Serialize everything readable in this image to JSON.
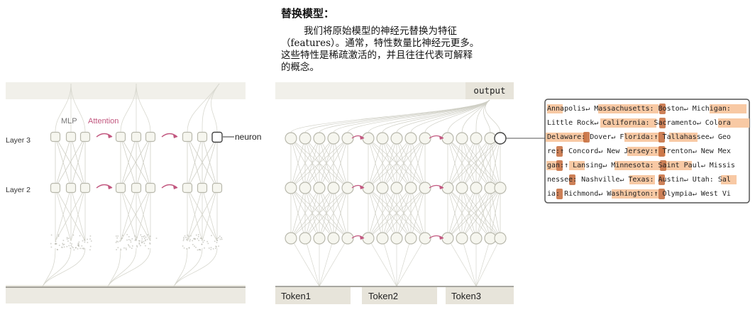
{
  "text": {
    "heading": "替换模型：",
    "paragraph_lines": [
      "我们将原始模型的神经元替换为特征",
      "（features）。通常，特性数量比神经元更多。",
      "这些特性是稀疏激活的，并且往往代表可解释",
      "的概念。"
    ]
  },
  "left_diagram": {
    "mlp_label": "MLP",
    "attention_label": "Attention",
    "layer3_label": "Layer 3",
    "layer2_label": "Layer 2",
    "neuron_label": "neuron"
  },
  "right_diagram": {
    "output_label": "output",
    "tokens": [
      "Token1",
      "Token2",
      "Token3"
    ]
  },
  "feature_panel": {
    "rows": [
      "Annapolis↵ Massachusetts: Boston↵ Michigan:",
      "Little Rock↵ California: Sacramento↵ Colora",
      "Delaware: Dover↵ Florida:↑ Tallahassee↵ Geo",
      "re:↑ Concord↵ New Jersey:↑ Trenton↵ New Mex",
      "gan:↑ Lansing↵ Minnesota: Saint Paul↵ Missis",
      "nessee: Nashville↵ Texas: Austin↵ Utah: Sal",
      "ia: Richmond↵ Washington:↑ Olympia↵ West Vi"
    ]
  },
  "colors": {
    "node_fill": "#f6f6ef",
    "node_stroke": "#b8b8ac",
    "attention_arrow": "#c2577f",
    "token_bar": "#e7e4da",
    "highlight": "#f8c9a4",
    "highlight_strong": "#c46a3a"
  }
}
